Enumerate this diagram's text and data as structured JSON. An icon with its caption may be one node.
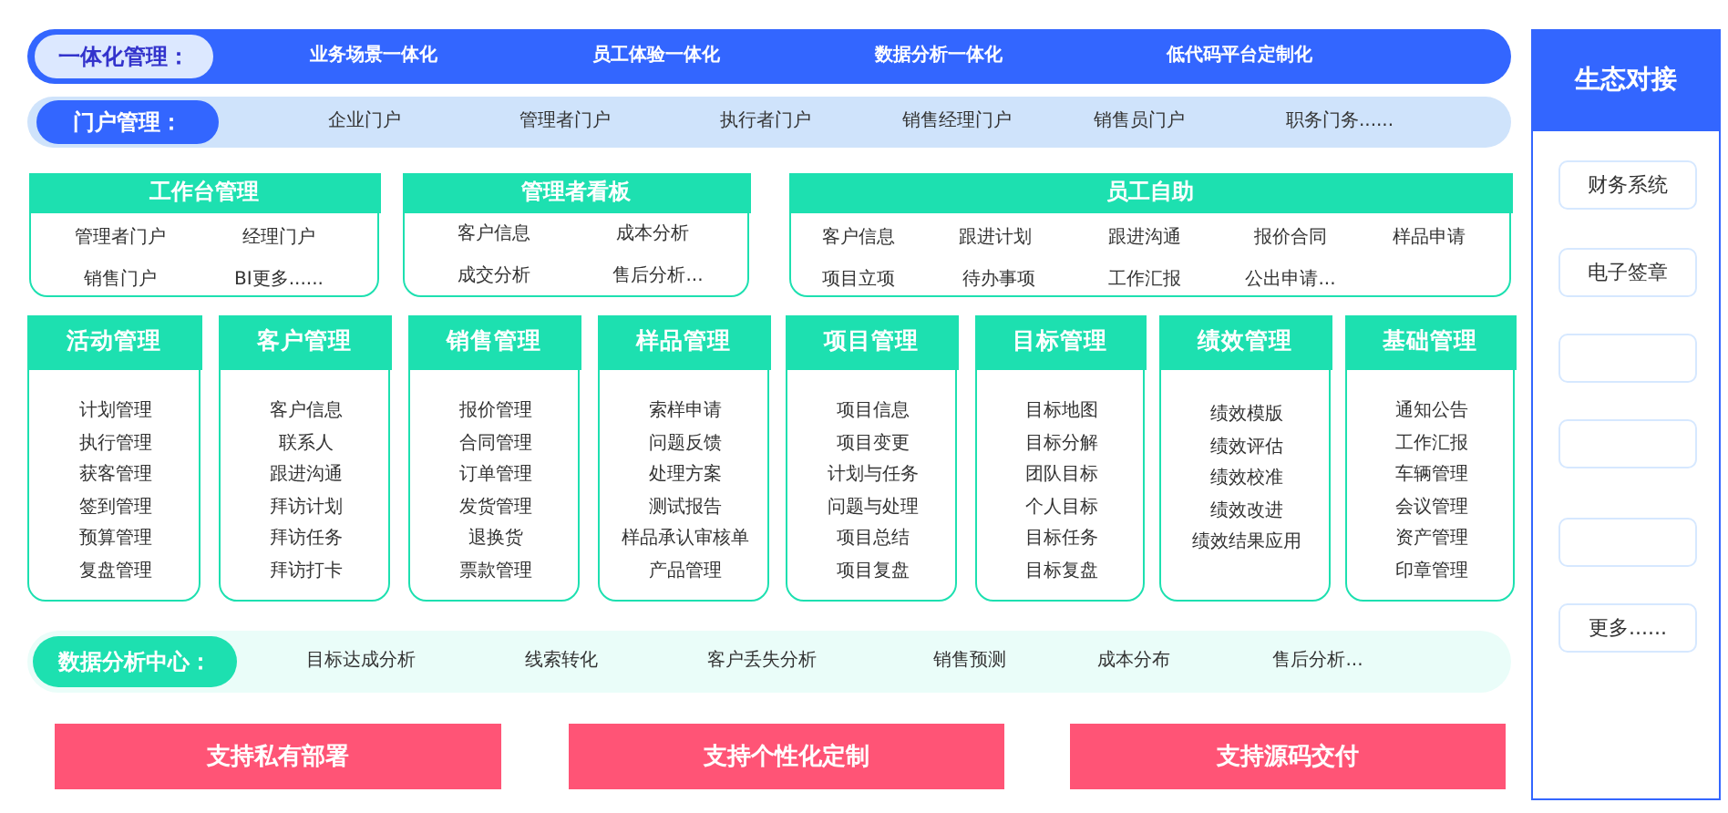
{
  "diagram": {
    "nodes": [
      {
        "text": [
          "业务场景一体化",
          "员工体验一体化",
          "数据分析一体化",
          "低代码平台定制化"
        ]
      },
      {
        "text": [
          "一体化管理："
        ],
        "in": 0
      },
      {
        "text": [
          "企业门户",
          "管理者门户",
          "执行者门户",
          "销售经理门户",
          "销售员门户",
          "职务门务......"
        ]
      },
      {
        "text": [
          "门户管理："
        ],
        "in": 2
      },
      {
        "text": [
          "工作台管理",
          "管理者门户",
          "经理门户",
          "销售门户",
          "BI更多......"
        ]
      },
      {
        "text": [
          "管理者看板",
          "客户信息",
          "成本分析",
          "成交分析",
          "售后分析..."
        ]
      },
      {
        "text": [
          "员工自助",
          "客户信息",
          "跟进计划",
          "跟进沟通",
          "报价合同",
          "样品申请",
          "项目立项",
          "待办事项",
          "工作汇报",
          "公出申请..."
        ]
      },
      {
        "text": [
          "活动管理",
          "计划管理",
          "执行管理",
          "获客管理",
          "签到管理",
          "预算管理",
          "复盘管理"
        ]
      },
      {
        "text": [
          "客户管理",
          "客户信息",
          "联系人",
          "跟进沟通",
          "拜访计划",
          "拜访任务",
          "拜访打卡"
        ]
      },
      {
        "text": [
          "销售管理",
          "报价管理",
          "合同管理",
          "订单管理",
          "发货管理",
          "退换货",
          "票款管理"
        ]
      },
      {
        "text": [
          "样品管理",
          "索样申请",
          "问题反馈",
          "处理方案",
          "测试报告",
          "样品承认审核单",
          "产品管理"
        ]
      },
      {
        "text": [
          "项目管理",
          "项目信息",
          "项目变更",
          "计划与任务",
          "问题与处理",
          "项目总结",
          "项目复盘"
        ]
      },
      {
        "text": [
          "目标管理",
          "目标地图",
          "目标分解",
          "团队目标",
          "个人目标",
          "目标任务",
          "目标复盘"
        ]
      },
      {
        "text": [
          "绩效管理",
          "绩效模版",
          "绩效评估",
          "绩效校准",
          "绩效改进",
          "绩效结果应用"
        ]
      },
      {
        "text": [
          "基础管理",
          "通知公告",
          "工作汇报",
          "车辆管理",
          "会议管理",
          "资产管理",
          "印章管理"
        ]
      },
      {
        "text": [
          "目标达成分析",
          "线索转化",
          "客户丢失分析",
          "销售预测",
          "成本分布",
          "售后分析..."
        ]
      },
      {
        "text": [
          "数据分析中心："
        ],
        "in": 15
      },
      {
        "text": [
          "支持私有部署"
        ]
      },
      {
        "text": [
          "支持个性化定制"
        ]
      },
      {
        "text": [
          "支持源码交付"
        ]
      },
      {
        "text": [
          "生态对接"
        ]
      },
      {
        "text": [
          "财务系统"
        ],
        "in": 20
      },
      {
        "text": [
          "电子签章"
        ],
        "in": 20
      },
      {
        "text": [],
        "shape": "box",
        "in": 20
      },
      {
        "text": [],
        "shape": "box",
        "in": 20
      },
      {
        "text": [],
        "shape": "box",
        "in": 20
      },
      {
        "text": [
          "更多......"
        ],
        "in": 20
      }
    ]
  }
}
